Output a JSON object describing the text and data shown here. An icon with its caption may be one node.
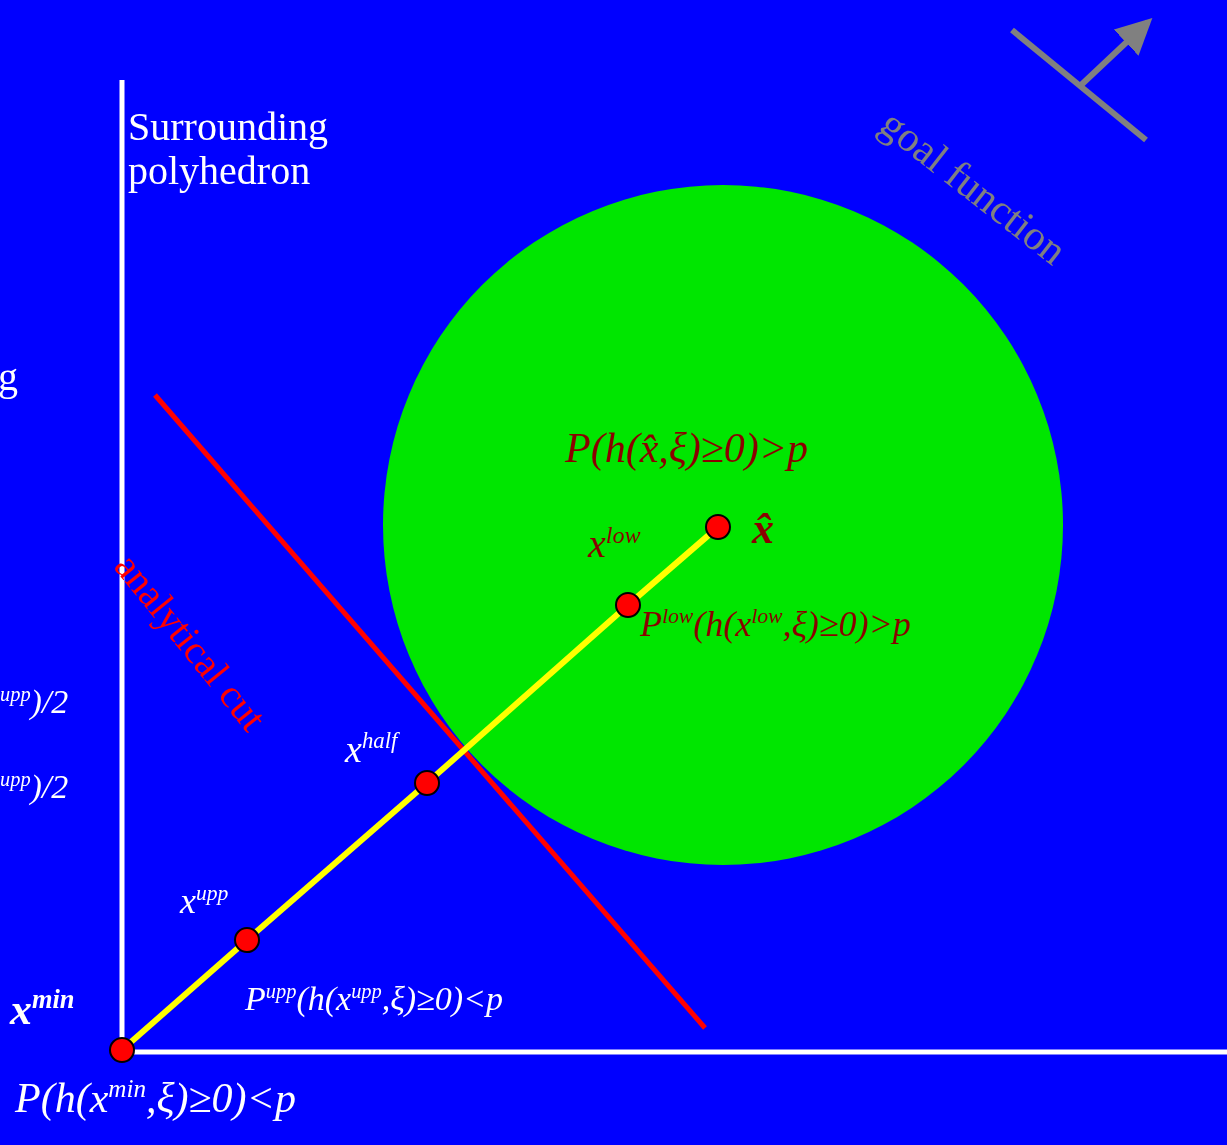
{
  "diagram": {
    "nodes": [
      {
        "text": [],
        "shape": "circle"
      },
      {
        "text": [],
        "shape": "circle"
      },
      {
        "text": [],
        "shape": "circle"
      },
      {
        "text": [],
        "shape": "circle"
      },
      {
        "text": [],
        "shape": "circle"
      }
    ],
    "edges": [
      {
        "from": 4,
        "to": 3,
        "arrow": "none"
      },
      {
        "from": 3,
        "to": 2,
        "arrow": "none"
      },
      {
        "from": 2,
        "to": 1,
        "arrow": "none"
      },
      {
        "from": 1,
        "to": 0,
        "arrow": "none"
      }
    ],
    "labels": [
      "goal function",
      "Surrounding polyhedron",
      "g",
      "analytical cut",
      "P(h(x̂,ξ)≥0)>p",
      "x̂",
      "x$^{low}$",
      "P$^{low}$(h(x$^{low}$,ξ)≥0)>p",
      "$^{upp}$)/2",
      "x$^{half}$",
      "$^{upp}$)/2",
      "x$^{upp}$",
      "x$^{min}$",
      "P$^{upp}$(h(x$^{upp}$,ξ)≥0)<p",
      "P(h(x$^{min}$,ξ)≥0)<p"
    ]
  }
}
